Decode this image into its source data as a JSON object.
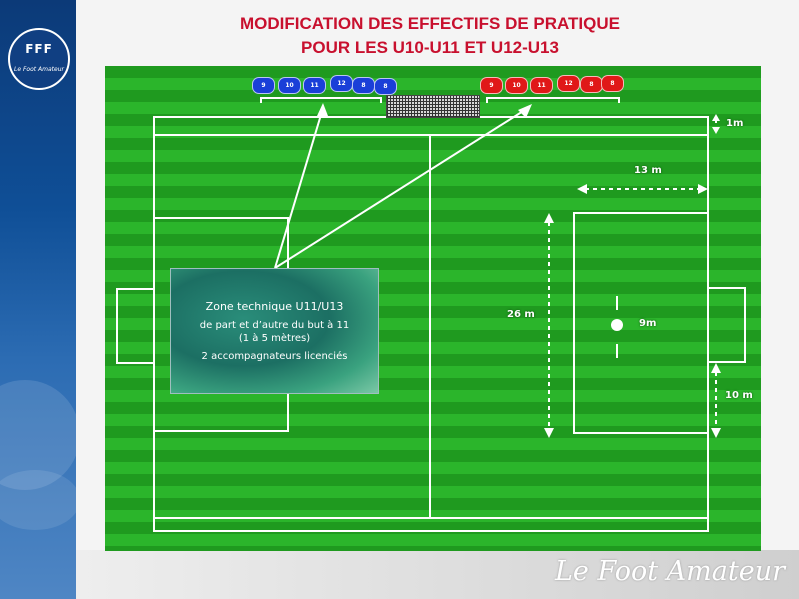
{
  "header": {
    "title_line1": "MODIFICATION DES EFFECTIFS DE PRATIQUE",
    "title_line2": "POUR LES U10-U11 ET U12-U13"
  },
  "logo": {
    "text": "FFF",
    "subtitle": "Le Foot Amateur"
  },
  "watermark": "Le Foot Amateur",
  "colors": {
    "title": "#c8102e",
    "field_dark": "#1f9a1f",
    "field_light": "#2bb52b",
    "team_blue": "#1a3fd8",
    "team_red": "#e01818",
    "sidebar": "#0f4f97"
  },
  "teams": {
    "blue": {
      "numbers": [
        "9",
        "10",
        "11",
        "12",
        "8",
        "8"
      ]
    },
    "red": {
      "numbers": [
        "9",
        "10",
        "11",
        "12",
        "8",
        "8"
      ]
    }
  },
  "measurements": {
    "top_margin": "1m",
    "width_13": "13 m",
    "length_26": "26 m",
    "radius_9": "9m",
    "bottom_10": "10 m"
  },
  "technical_zone": {
    "line1": "Zone technique U11/U13",
    "line2": "de part et d’autre du but à 11",
    "line3": "(1 à 5 mètres)",
    "line4": "2 accompagnateurs licenciés"
  }
}
